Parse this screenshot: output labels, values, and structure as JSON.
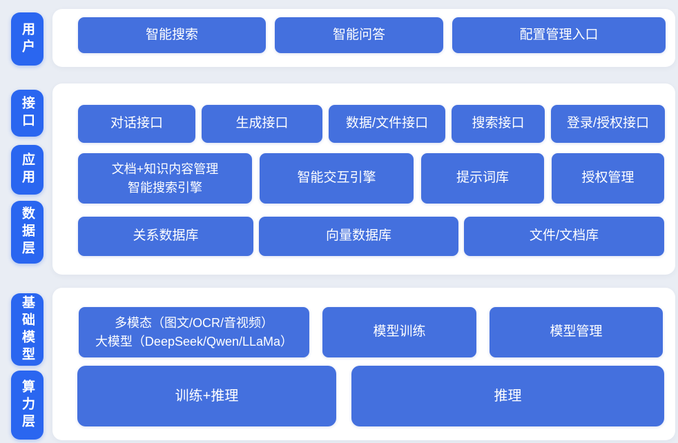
{
  "colors": {
    "background": "#e9edf4",
    "panel": "#ffffff",
    "layer_tab_blue": "#2a66f0",
    "block_blue": "#4470de",
    "text": "#ffffff"
  },
  "sections": [
    {
      "name": "user-layer",
      "tabs": [
        {
          "label": "用户"
        }
      ],
      "rows": [
        {
          "buttons": [
            {
              "label": "智能搜索"
            },
            {
              "label": "智能问答"
            },
            {
              "label": "配置管理入口"
            }
          ]
        }
      ]
    },
    {
      "name": "platform-layers",
      "tabs": [
        {
          "label": "接口"
        },
        {
          "label": "应用"
        },
        {
          "label": "数据层"
        }
      ],
      "rows": [
        {
          "buttons": [
            {
              "label": "对话接口"
            },
            {
              "label": "生成接口"
            },
            {
              "label": "数据/文件接口"
            },
            {
              "label": "搜索接口"
            },
            {
              "label": "登录/授权接口"
            }
          ]
        },
        {
          "buttons": [
            {
              "line1": "文档+知识内容管理",
              "line2": "智能搜索引擎"
            },
            {
              "label": "智能交互引擎"
            },
            {
              "label": "提示词库"
            },
            {
              "label": "授权管理"
            }
          ]
        },
        {
          "buttons": [
            {
              "label": "关系数据库"
            },
            {
              "label": "向量数据库"
            },
            {
              "label": "文件/文档库"
            }
          ]
        }
      ]
    },
    {
      "name": "model-compute-layers",
      "tabs": [
        {
          "label": "基础模型"
        },
        {
          "label": "算力层"
        }
      ],
      "rows": [
        {
          "buttons": [
            {
              "line1": "多模态（图文/OCR/音视频）",
              "line2": "大模型（DeepSeek/Qwen/LLaMa）"
            },
            {
              "label": "模型训练"
            },
            {
              "label": "模型管理"
            }
          ]
        },
        {
          "buttons": [
            {
              "label": "训练+推理"
            },
            {
              "label": "推理"
            }
          ]
        }
      ]
    }
  ]
}
